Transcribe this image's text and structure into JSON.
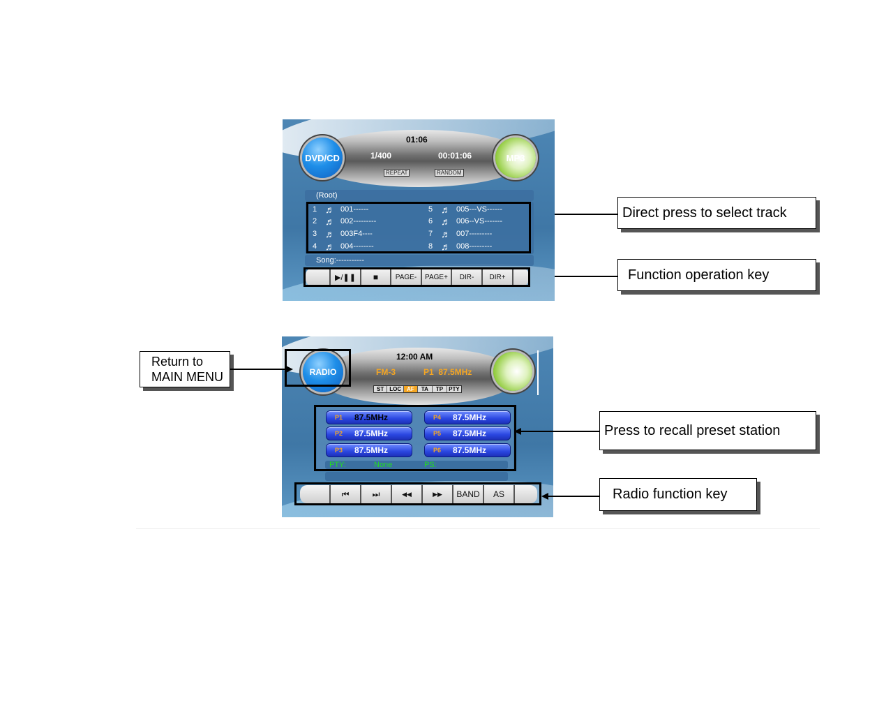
{
  "mp3_screen": {
    "left_orb": "DVD/CD",
    "right_orb": "MP3",
    "clock": "01:06",
    "track_count": "1/400",
    "elapsed": "00:01:06",
    "repeat_label": "REPEAT",
    "random_label": "RANDOM",
    "folder": "(Root)",
    "tracks": [
      {
        "num": "1",
        "name": "001------"
      },
      {
        "num": "2",
        "name": "002---------"
      },
      {
        "num": "3",
        "name": "003F4----"
      },
      {
        "num": "4",
        "name": "004--------"
      },
      {
        "num": "5",
        "name": "005---VS------"
      },
      {
        "num": "6",
        "name": "006--VS-------"
      },
      {
        "num": "7",
        "name": "007---------"
      },
      {
        "num": "8",
        "name": "008---------"
      }
    ],
    "song_label": "Song:-----------",
    "function_keys": [
      "",
      "▶/❚❚",
      "■",
      "PAGE-",
      "PAGE+",
      "DIR-",
      "DIR+"
    ]
  },
  "radio_screen": {
    "left_orb": "RADIO",
    "clock": "12:00 AM",
    "band": "FM-3",
    "current_station": "P1  87.5MHz",
    "flags": [
      {
        "label": "ST",
        "active": false
      },
      {
        "label": "LOC",
        "active": false
      },
      {
        "label": "AF",
        "active": true
      },
      {
        "label": "TA",
        "active": false
      },
      {
        "label": "TP",
        "active": false
      },
      {
        "label": "PTY",
        "active": false
      }
    ],
    "presets": [
      {
        "label": "P1",
        "freq": "87.5MHz"
      },
      {
        "label": "P2",
        "freq": "87.5MHz"
      },
      {
        "label": "P3",
        "freq": "87.5MHz"
      },
      {
        "label": "P4",
        "freq": "87.5MHz"
      },
      {
        "label": "P5",
        "freq": "87.5MHz"
      },
      {
        "label": "P6",
        "freq": "87.5MHz"
      }
    ],
    "pty_label": "PTY:",
    "pty_value": "None",
    "ps_label": "PS:",
    "function_keys": [
      "",
      "⏮",
      "⏭",
      "◀◀",
      "▶▶",
      "BAND",
      "AS"
    ]
  },
  "callouts": {
    "select_track": "Direct press to select track",
    "function_operation": "Function operation  key",
    "return_main_line1": "Return to",
    "return_main_line2": "MAIN MENU",
    "recall_preset": "Press to recall preset station",
    "radio_function": "Radio function key"
  },
  "colors": {
    "accent_orange": "#f5a623",
    "status_green": "#22dd22",
    "screen_blue": "#3f77a6"
  }
}
